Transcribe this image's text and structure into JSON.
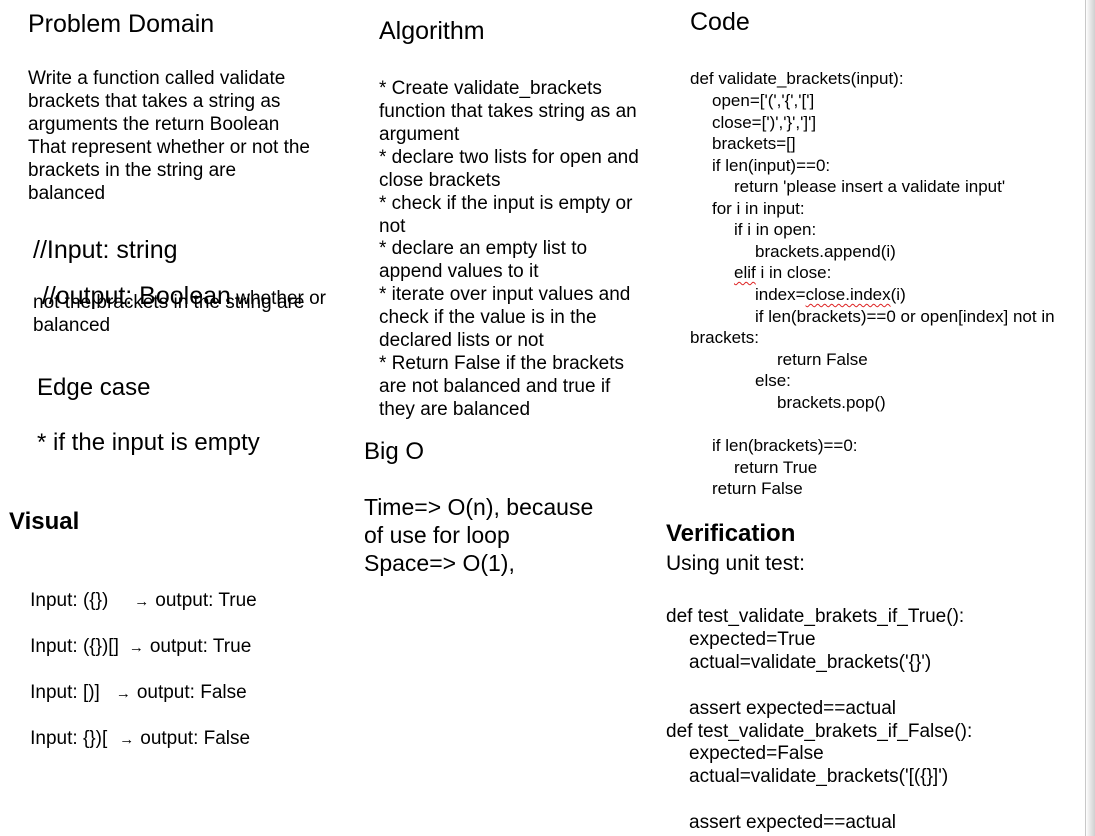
{
  "problem": {
    "title": "Problem Domain",
    "lines": [
      "Write a function called validate",
      "brackets that takes a string as",
      "arguments the return Boolean",
      "That represent whether or not the",
      "brackets in the string are",
      "balanced"
    ],
    "input_line": "//Input: string",
    "output_prefix": "//output: Boolean",
    "output_suffix": " whether or",
    "output_lines": [
      "not the brackets in the string are",
      "balanced"
    ]
  },
  "edge": {
    "title": "Edge case",
    "text": "* if the input is empty"
  },
  "visual": {
    "title": "Visual",
    "rows": [
      {
        "input": "Input: ({})",
        "arrow": "→",
        "output": "output: True"
      },
      {
        "input": "Input: ({})[]",
        "arrow": "→",
        "output": "output: True"
      },
      {
        "input": "Input: [)]",
        "arrow": "→",
        "output": "output: False"
      },
      {
        "input": "Input: {})[",
        "arrow": "→",
        "output": "output: False"
      }
    ]
  },
  "algorithm": {
    "title": "Algorithm",
    "lines": [
      "* Create validate_brackets",
      "function that takes string as an",
      "argument",
      "* declare two lists for open and",
      "close brackets",
      "* check if the input is empty or",
      "not",
      "* declare an empty list to",
      "append values to it",
      "* iterate over input values and",
      "check if the value is in the",
      "declared lists or not",
      "* Return False if the brackets",
      "are not balanced and true if",
      "they are balanced"
    ]
  },
  "bigo": {
    "title": "Big O",
    "lines": [
      "Time=> O(n), because",
      "of use for loop",
      "Space=> O(1),"
    ]
  },
  "code": {
    "title": "Code",
    "lines": [
      "def validate_brackets(input):",
      "open=['(','{','[']",
      "close=[')','}',']']",
      "brackets=[]",
      "if len(input)==0:",
      "return 'please insert a validate input'",
      "for i in input:",
      "if i in open:",
      "brackets.append(i)",
      "elif",
      " i in close:",
      "index=",
      "close.index",
      "(i)",
      "if len(brackets)==0 or open[index] not in",
      "brackets:",
      "return False",
      "else:",
      "brackets.pop()",
      "if len(brackets)==0:",
      "return True",
      "return False"
    ]
  },
  "verification": {
    "title": "Verification",
    "subtitle": "Using unit test:",
    "lines": [
      "def test_validate_brakets_if_True():",
      "expected=True",
      "actual=validate_brackets('{}')",
      "assert expected==actual",
      "def test_validate_brakets_if_False():",
      "expected=False",
      "actual=validate_brackets('[({}]')",
      "assert expected==actual"
    ]
  }
}
